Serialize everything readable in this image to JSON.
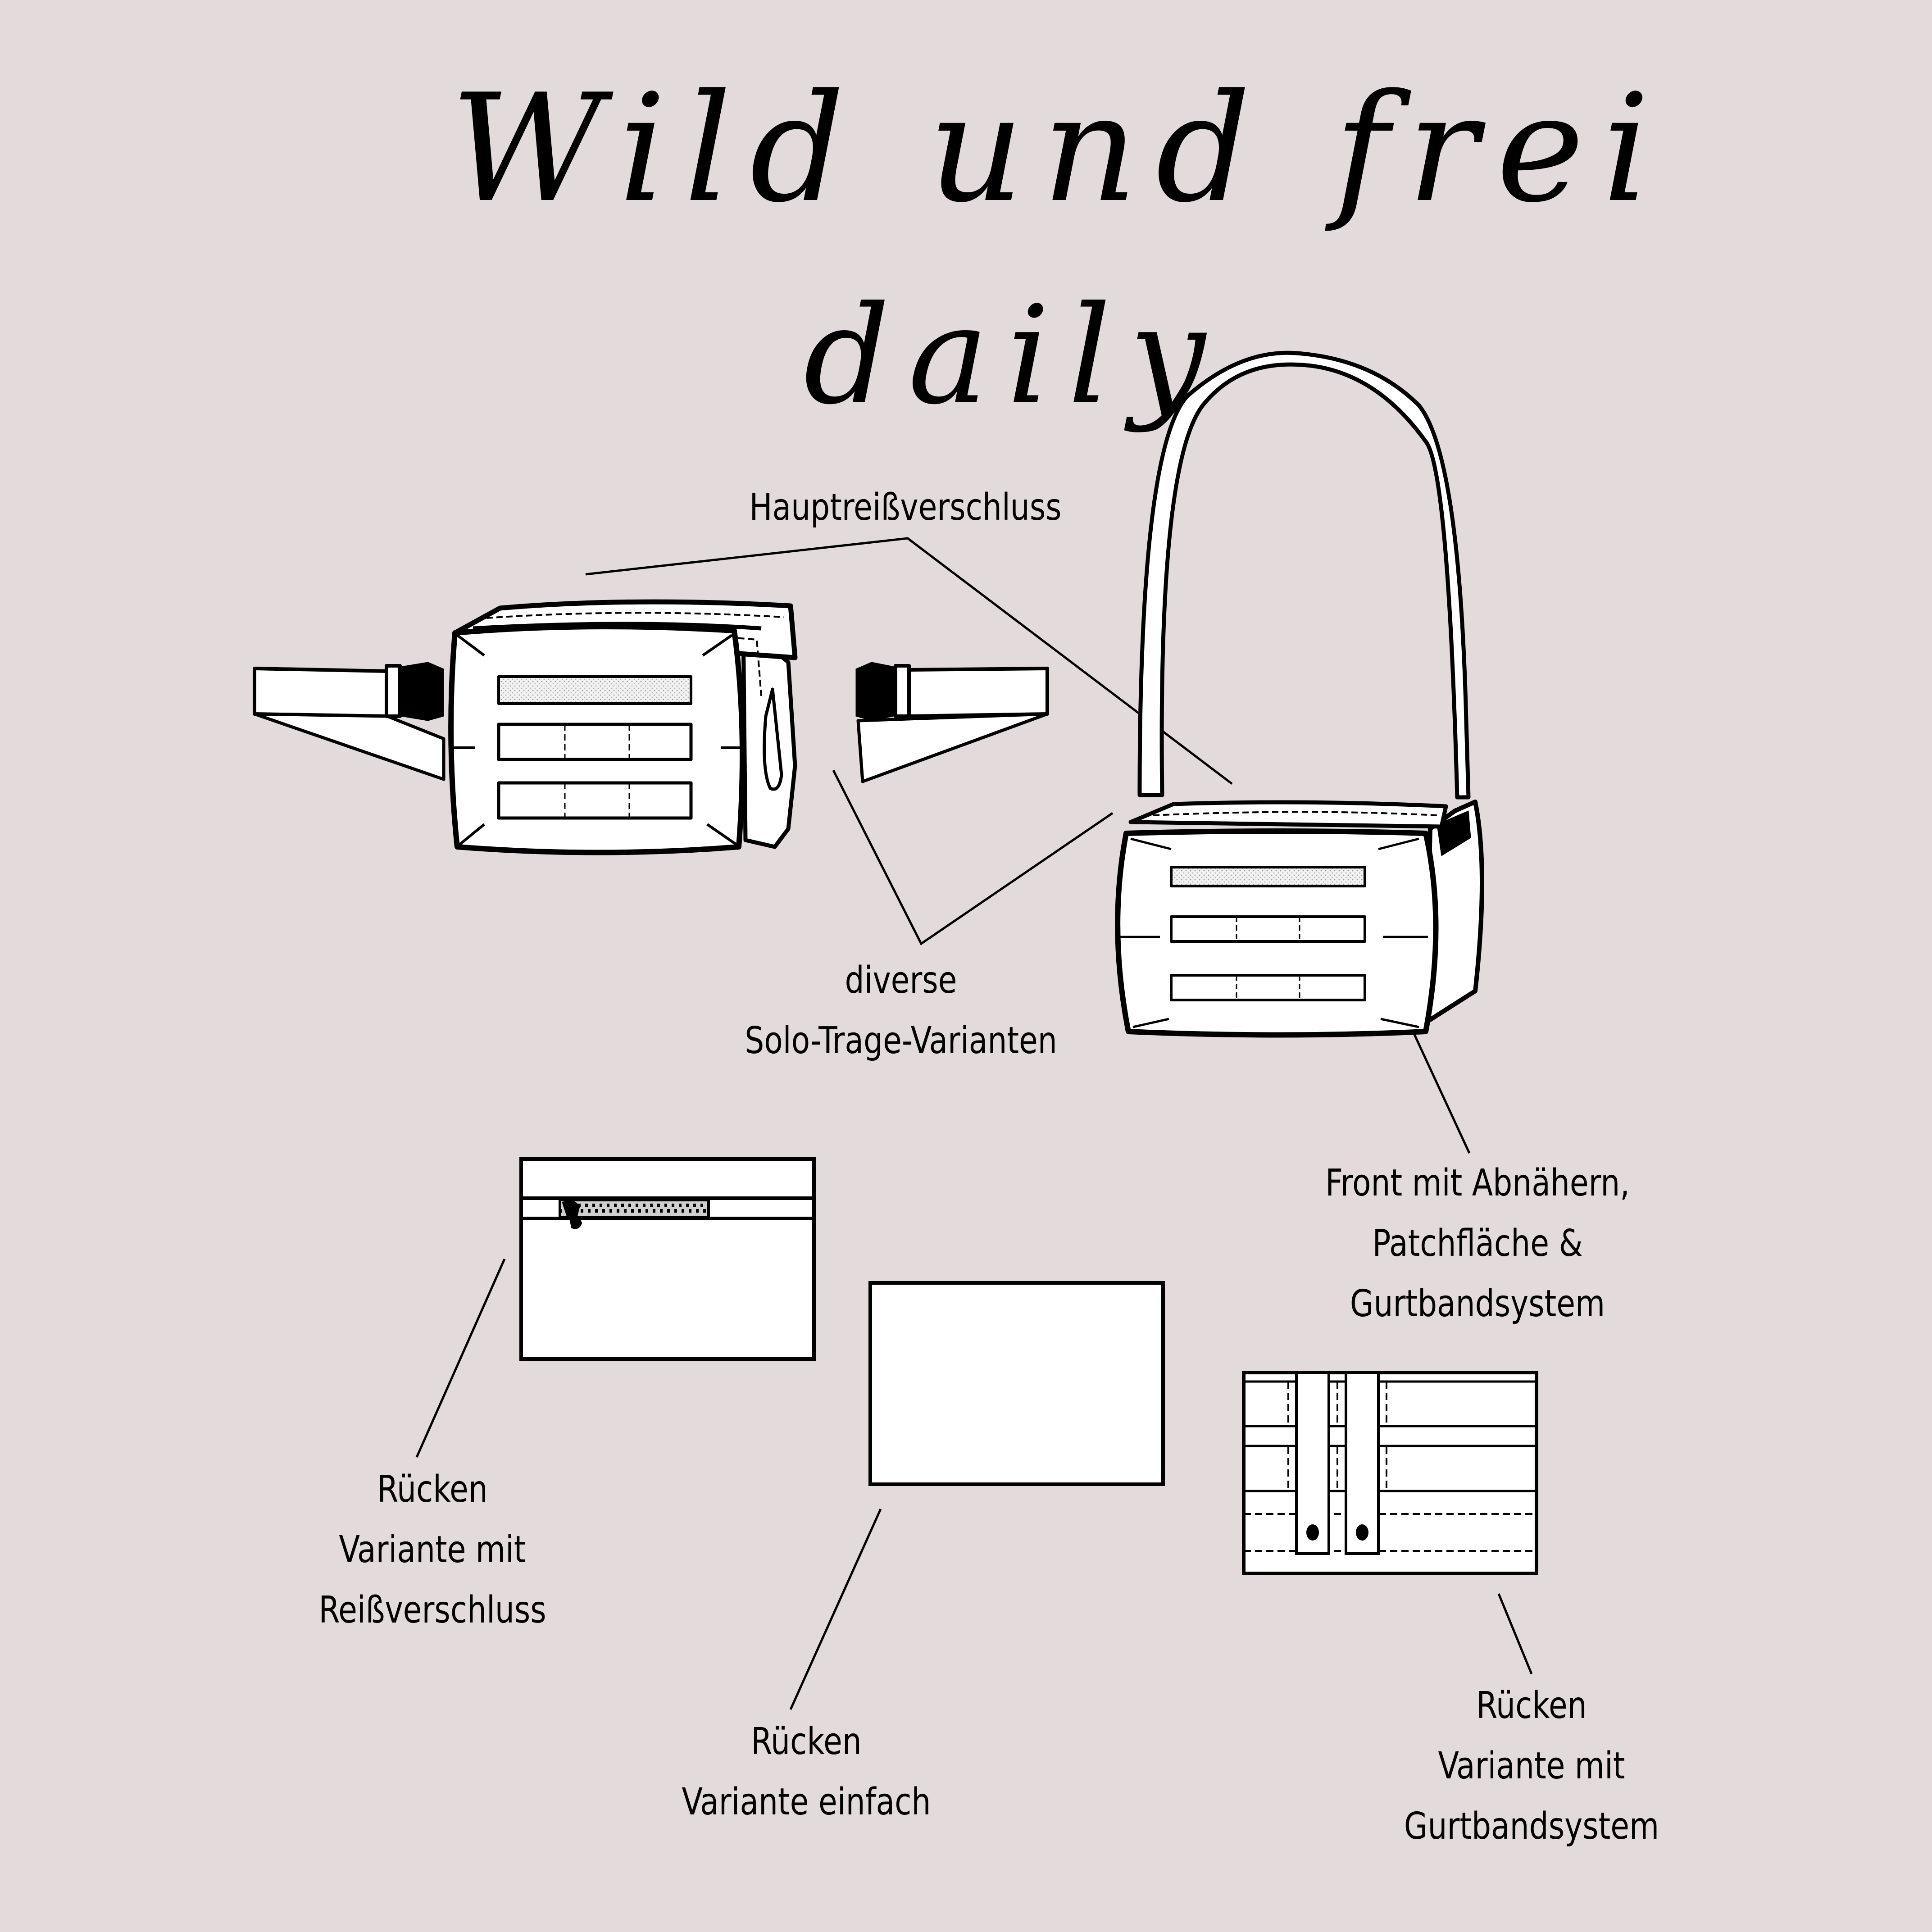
{
  "title": {
    "line1": "Wild und frei",
    "line2": "daily"
  },
  "colors": {
    "background": "#e2dadb",
    "ink": "#000000",
    "fabric": "#ffffff"
  },
  "illustrations": [
    {
      "id": "hipbag-front",
      "description": "Bag worn as hip bag with belt and two side-release buckles"
    },
    {
      "id": "shoulderbag-front",
      "description": "Bag worn as shoulder bag with long strap"
    },
    {
      "id": "back-zipper",
      "description": "Back panel with zipper"
    },
    {
      "id": "back-plain",
      "description": "Plain back panel"
    },
    {
      "id": "back-webbing",
      "description": "Back panel with webbing strap system and two snaps"
    }
  ],
  "labels": {
    "hauptreissverschluss": [
      "Hauptreißverschluss"
    ],
    "diverse": [
      "diverse",
      "Solo-Trage-Varianten"
    ],
    "front": [
      "Front mit Abnähern,",
      "Patchfläche &",
      "Gurtbandsystem"
    ],
    "ruecken_reissverschluss": [
      "Rücken",
      "Variante mit",
      "Reißverschluss"
    ],
    "ruecken_einfach": [
      "Rücken",
      "Variante einfach"
    ],
    "ruecken_gurtband": [
      "Rücken",
      "Variante mit",
      "Gurtbandsystem"
    ]
  }
}
